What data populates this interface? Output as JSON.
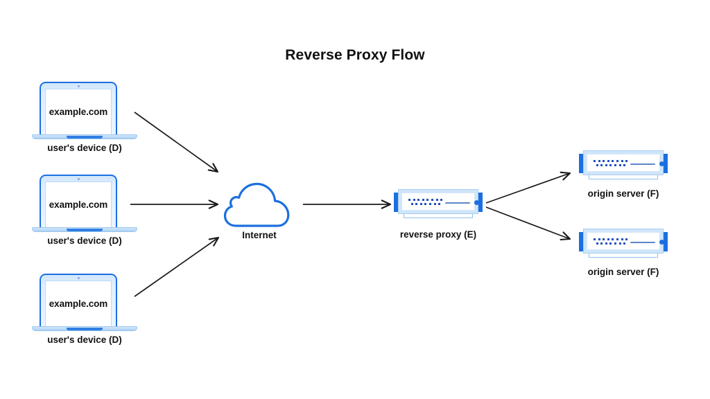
{
  "page": {
    "title": "Reverse Proxy Flow",
    "background_color": "#ffffff",
    "accent_color": "#1b6fe0",
    "arrow_color": "#1a1a1a",
    "text_color": "#111111"
  },
  "nodes": {
    "clients": [
      {
        "id": "client-1",
        "screen_text": "example.com",
        "label": "user's device (D)"
      },
      {
        "id": "client-2",
        "screen_text": "example.com",
        "label": "user's device (D)"
      },
      {
        "id": "client-3",
        "screen_text": "example.com",
        "label": "user's device (D)"
      }
    ],
    "internet": {
      "id": "internet",
      "label": "Internet"
    },
    "proxy": {
      "id": "reverse-proxy",
      "label": "reverse proxy (E)"
    },
    "origins": [
      {
        "id": "origin-1",
        "label": "origin server (F)"
      },
      {
        "id": "origin-2",
        "label": "origin server (F)"
      }
    ]
  },
  "edges": [
    {
      "from": "client-1",
      "to": "internet"
    },
    {
      "from": "client-2",
      "to": "internet"
    },
    {
      "from": "client-3",
      "to": "internet"
    },
    {
      "from": "internet",
      "to": "reverse-proxy"
    },
    {
      "from": "reverse-proxy",
      "to": "origin-1"
    },
    {
      "from": "reverse-proxy",
      "to": "origin-2"
    }
  ]
}
